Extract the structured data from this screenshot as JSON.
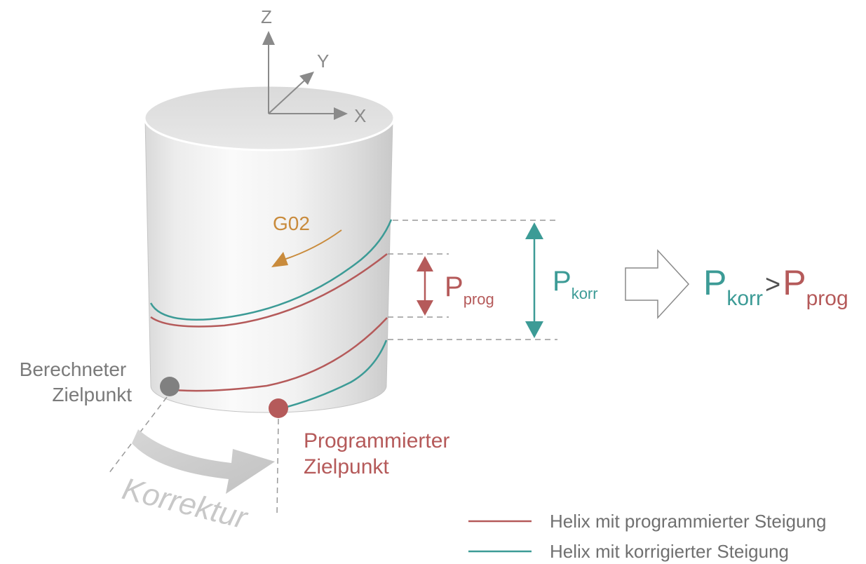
{
  "axes": {
    "z_label": "Z",
    "y_label": "Y",
    "x_label": "X"
  },
  "direction_label": "G02",
  "pitch_prog": {
    "symbol": "P",
    "subscript": "prog"
  },
  "pitch_korr": {
    "symbol": "P",
    "subscript": "korr"
  },
  "comparison": {
    "left_symbol": "P",
    "left_subscript": "korr",
    "operator": ">",
    "right_symbol": "P",
    "right_subscript": "prog"
  },
  "calculated_target": {
    "line1": "Berechneter",
    "line2": "Zielpunkt"
  },
  "programmed_target": {
    "line1": "Programmierter",
    "line2": "Zielpunkt"
  },
  "correction_label": "Korrektur",
  "legend": [
    {
      "label": "Helix mit programmierter Steigung",
      "color": "#b55a5a"
    },
    {
      "label": "Helix mit korrigierter Steigung",
      "color": "#3c9b96"
    }
  ],
  "colors": {
    "programmed": "#b55a5a",
    "corrected": "#3c9b96",
    "direction": "#c98b3c",
    "calculated_point": "#808080"
  }
}
